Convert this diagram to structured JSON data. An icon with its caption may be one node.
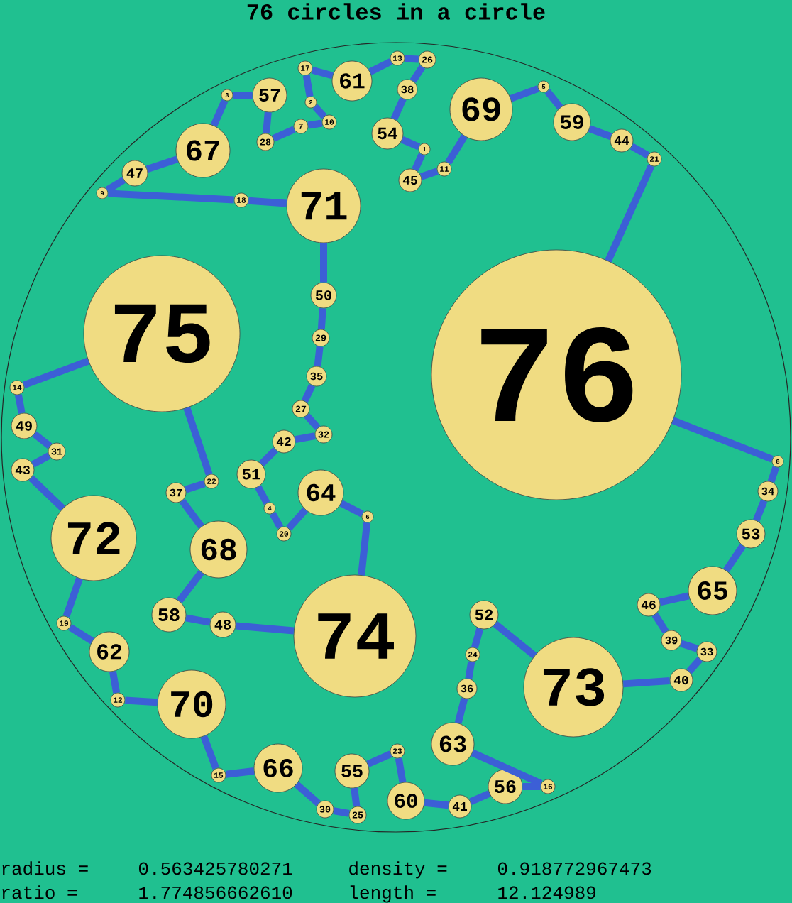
{
  "diagram": {
    "title": "76 circles in a circle",
    "nodes": [
      {
        "text": [
          "1"
        ]
      },
      {
        "text": [
          "2"
        ]
      },
      {
        "text": [
          "3"
        ]
      },
      {
        "text": [
          "4"
        ]
      },
      {
        "text": [
          "5"
        ]
      },
      {
        "text": [
          "6"
        ]
      },
      {
        "text": [
          "7"
        ]
      },
      {
        "text": [
          "8"
        ]
      },
      {
        "text": [
          "9"
        ]
      },
      {
        "text": [
          "10"
        ]
      },
      {
        "text": [
          "11"
        ]
      },
      {
        "text": [
          "12"
        ]
      },
      {
        "text": [
          "13"
        ]
      },
      {
        "text": [
          "14"
        ]
      },
      {
        "text": [
          "15"
        ]
      },
      {
        "text": [
          "16"
        ]
      },
      {
        "text": [
          "17"
        ]
      },
      {
        "text": [
          "18"
        ]
      },
      {
        "text": [
          "19"
        ]
      },
      {
        "text": [
          "20"
        ]
      },
      {
        "text": [
          "21"
        ]
      },
      {
        "text": [
          "22"
        ]
      },
      {
        "text": [
          "23"
        ]
      },
      {
        "text": [
          "24"
        ]
      },
      {
        "text": [
          "25"
        ]
      },
      {
        "text": [
          "26"
        ]
      },
      {
        "text": [
          "27"
        ]
      },
      {
        "text": [
          "28"
        ]
      },
      {
        "text": [
          "29"
        ]
      },
      {
        "text": [
          "30"
        ]
      },
      {
        "text": [
          "31"
        ]
      },
      {
        "text": [
          "32"
        ]
      },
      {
        "text": [
          "33"
        ]
      },
      {
        "text": [
          "34"
        ]
      },
      {
        "text": [
          "35"
        ]
      },
      {
        "text": [
          "36"
        ]
      },
      {
        "text": [
          "37"
        ]
      },
      {
        "text": [
          "38"
        ]
      },
      {
        "text": [
          "39"
        ]
      },
      {
        "text": [
          "40"
        ]
      },
      {
        "text": [
          "41"
        ]
      },
      {
        "text": [
          "42"
        ]
      },
      {
        "text": [
          "43"
        ]
      },
      {
        "text": [
          "44"
        ]
      },
      {
        "text": [
          "45"
        ]
      },
      {
        "text": [
          "46"
        ]
      },
      {
        "text": [
          "47"
        ]
      },
      {
        "text": [
          "48"
        ]
      },
      {
        "text": [
          "49"
        ]
      },
      {
        "text": [
          "50"
        ]
      },
      {
        "text": [
          "51"
        ]
      },
      {
        "text": [
          "52"
        ]
      },
      {
        "text": [
          "53"
        ]
      },
      {
        "text": [
          "54"
        ]
      },
      {
        "text": [
          "55"
        ]
      },
      {
        "text": [
          "56"
        ]
      },
      {
        "text": [
          "57"
        ]
      },
      {
        "text": [
          "58"
        ]
      },
      {
        "text": [
          "59"
        ]
      },
      {
        "text": [
          "60"
        ]
      },
      {
        "text": [
          "61"
        ]
      },
      {
        "text": [
          "62"
        ]
      },
      {
        "text": [
          "63"
        ]
      },
      {
        "text": [
          "64"
        ]
      },
      {
        "text": [
          "65"
        ]
      },
      {
        "text": [
          "66"
        ]
      },
      {
        "text": [
          "67"
        ]
      },
      {
        "text": [
          "68"
        ]
      },
      {
        "text": [
          "69"
        ]
      },
      {
        "text": [
          "70"
        ]
      },
      {
        "text": [
          "71"
        ]
      },
      {
        "text": [
          "72"
        ]
      },
      {
        "text": [
          "73"
        ]
      },
      {
        "text": [
          "74"
        ]
      },
      {
        "text": [
          "75"
        ]
      },
      {
        "text": [
          "76"
        ]
      }
    ],
    "edges": [
      {
        "from": 8,
        "to": 46,
        "arrow": "none"
      },
      {
        "from": 46,
        "to": 66,
        "arrow": "none"
      },
      {
        "from": 66,
        "to": 2,
        "arrow": "none"
      },
      {
        "from": 2,
        "to": 56,
        "arrow": "none"
      },
      {
        "from": 56,
        "to": 27,
        "arrow": "none"
      },
      {
        "from": 27,
        "to": 6,
        "arrow": "none"
      },
      {
        "from": 6,
        "to": 9,
        "arrow": "none"
      },
      {
        "from": 9,
        "to": 1,
        "arrow": "none"
      },
      {
        "from": 1,
        "to": 16,
        "arrow": "none"
      },
      {
        "from": 16,
        "to": 60,
        "arrow": "none"
      },
      {
        "from": 60,
        "to": 12,
        "arrow": "none"
      },
      {
        "from": 12,
        "to": 25,
        "arrow": "none"
      },
      {
        "from": 25,
        "to": 37,
        "arrow": "none"
      },
      {
        "from": 37,
        "to": 53,
        "arrow": "none"
      },
      {
        "from": 53,
        "to": 0,
        "arrow": "none"
      },
      {
        "from": 0,
        "to": 44,
        "arrow": "none"
      },
      {
        "from": 44,
        "to": 10,
        "arrow": "none"
      },
      {
        "from": 10,
        "to": 68,
        "arrow": "none"
      },
      {
        "from": 68,
        "to": 4,
        "arrow": "none"
      },
      {
        "from": 4,
        "to": 58,
        "arrow": "none"
      },
      {
        "from": 58,
        "to": 43,
        "arrow": "none"
      },
      {
        "from": 43,
        "to": 20,
        "arrow": "none"
      },
      {
        "from": 20,
        "to": 75,
        "arrow": "none"
      },
      {
        "from": 75,
        "to": 7,
        "arrow": "none"
      },
      {
        "from": 7,
        "to": 33,
        "arrow": "none"
      },
      {
        "from": 33,
        "to": 52,
        "arrow": "none"
      },
      {
        "from": 52,
        "to": 64,
        "arrow": "none"
      },
      {
        "from": 64,
        "to": 45,
        "arrow": "none"
      },
      {
        "from": 45,
        "to": 38,
        "arrow": "none"
      },
      {
        "from": 38,
        "to": 32,
        "arrow": "none"
      },
      {
        "from": 32,
        "to": 39,
        "arrow": "none"
      },
      {
        "from": 39,
        "to": 72,
        "arrow": "none"
      },
      {
        "from": 72,
        "to": 51,
        "arrow": "none"
      },
      {
        "from": 51,
        "to": 23,
        "arrow": "none"
      },
      {
        "from": 23,
        "to": 35,
        "arrow": "none"
      },
      {
        "from": 35,
        "to": 62,
        "arrow": "none"
      },
      {
        "from": 62,
        "to": 15,
        "arrow": "none"
      },
      {
        "from": 15,
        "to": 55,
        "arrow": "none"
      },
      {
        "from": 55,
        "to": 40,
        "arrow": "none"
      },
      {
        "from": 40,
        "to": 59,
        "arrow": "none"
      },
      {
        "from": 59,
        "to": 22,
        "arrow": "none"
      },
      {
        "from": 22,
        "to": 54,
        "arrow": "none"
      },
      {
        "from": 54,
        "to": 24,
        "arrow": "none"
      },
      {
        "from": 24,
        "to": 29,
        "arrow": "none"
      },
      {
        "from": 29,
        "to": 65,
        "arrow": "none"
      },
      {
        "from": 65,
        "to": 14,
        "arrow": "none"
      },
      {
        "from": 14,
        "to": 69,
        "arrow": "none"
      },
      {
        "from": 69,
        "to": 11,
        "arrow": "none"
      },
      {
        "from": 11,
        "to": 61,
        "arrow": "none"
      },
      {
        "from": 61,
        "to": 18,
        "arrow": "none"
      },
      {
        "from": 18,
        "to": 71,
        "arrow": "none"
      },
      {
        "from": 71,
        "to": 42,
        "arrow": "none"
      },
      {
        "from": 42,
        "to": 30,
        "arrow": "none"
      },
      {
        "from": 30,
        "to": 48,
        "arrow": "none"
      },
      {
        "from": 48,
        "to": 13,
        "arrow": "none"
      },
      {
        "from": 13,
        "to": 74,
        "arrow": "none"
      },
      {
        "from": 74,
        "to": 21,
        "arrow": "none"
      },
      {
        "from": 21,
        "to": 36,
        "arrow": "none"
      },
      {
        "from": 36,
        "to": 67,
        "arrow": "none"
      },
      {
        "from": 67,
        "to": 57,
        "arrow": "none"
      },
      {
        "from": 57,
        "to": 47,
        "arrow": "none"
      },
      {
        "from": 47,
        "to": 73,
        "arrow": "none"
      },
      {
        "from": 73,
        "to": 5,
        "arrow": "none"
      },
      {
        "from": 5,
        "to": 63,
        "arrow": "none"
      },
      {
        "from": 63,
        "to": 19,
        "arrow": "none"
      },
      {
        "from": 19,
        "to": 3,
        "arrow": "none"
      },
      {
        "from": 3,
        "to": 50,
        "arrow": "none"
      },
      {
        "from": 50,
        "to": 41,
        "arrow": "none"
      },
      {
        "from": 41,
        "to": 31,
        "arrow": "none"
      },
      {
        "from": 31,
        "to": 26,
        "arrow": "none"
      },
      {
        "from": 26,
        "to": 34,
        "arrow": "none"
      },
      {
        "from": 34,
        "to": 28,
        "arrow": "none"
      },
      {
        "from": 28,
        "to": 49,
        "arrow": "none"
      },
      {
        "from": 49,
        "to": 70,
        "arrow": "none"
      },
      {
        "from": 70,
        "to": 17,
        "arrow": "none"
      },
      {
        "from": 17,
        "to": 8,
        "arrow": "none"
      }
    ],
    "labels": [
      "radius =",
      "0.563425780271",
      "density =",
      "0.918772967473",
      "ratio =",
      "1.774856662610",
      "length =",
      "12.124989"
    ]
  }
}
